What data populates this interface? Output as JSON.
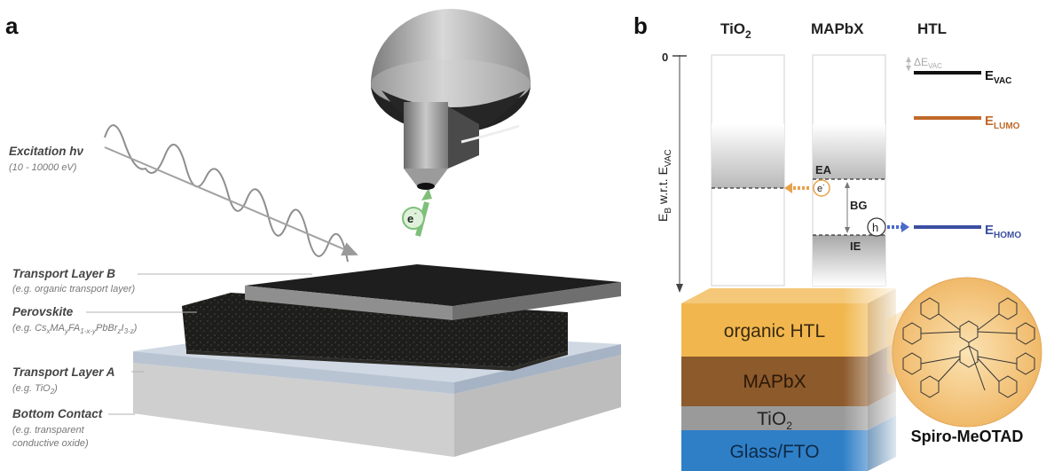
{
  "panel_a": {
    "letter": "a",
    "excitation": {
      "title": "Excitation hν",
      "range": "(10 - 10000 eV)"
    },
    "electron_label": "e",
    "electron_sup": "-",
    "layers": [
      {
        "title": "Transport Layer B",
        "example": "(e.g. organic transport layer)"
      },
      {
        "title": "Perovskite",
        "example_prefix": "(e.g. Cs",
        "example_sub1": "x",
        "example_mid1": "MA",
        "example_sub2": "y",
        "example_mid2": "FA",
        "example_sub3": "1-x-y",
        "example_mid3": "PbBr",
        "example_sub4": "z",
        "example_mid4": "I",
        "example_sub5": "3-z",
        "example_suffix": ")"
      },
      {
        "title": "Transport Layer A",
        "example_prefix": "(e.g. TiO",
        "example_sub": "2",
        "example_suffix": ")"
      },
      {
        "title": "Bottom Contact",
        "example_line1": "(e.g. transparent",
        "example_line2": "conductive oxide)"
      }
    ]
  },
  "panel_b": {
    "letter": "b",
    "columns": [
      {
        "main": "TiO",
        "sub": "2"
      },
      {
        "main": "MAPbX",
        "sub": ""
      },
      {
        "main": "HTL",
        "sub": ""
      }
    ],
    "zero_tick": "0",
    "y_axis": {
      "main": "E",
      "sub1": "B",
      "mid": " w.r.t. E",
      "sub2": "VAC"
    },
    "delta_evac": {
      "main": "ΔE",
      "sub": "VAC"
    },
    "levels": [
      {
        "main": "E",
        "sub": "VAC",
        "color": "#111111"
      },
      {
        "main": "E",
        "sub": "LUMO",
        "color": "#c0692a"
      },
      {
        "main": "E",
        "sub": "HOMO",
        "color": "#3b4fa0"
      }
    ],
    "ea": "EA",
    "bg": "BG",
    "ie": "IE",
    "electron": "e",
    "electron_sup": "-",
    "hole": "h",
    "stack": [
      {
        "main": "organic HTL",
        "sub": "",
        "color": "#f1b74e",
        "text_color": "#3a2a10"
      },
      {
        "main": "MAPbX",
        "sub": "",
        "color": "#8c5a2b",
        "text_color": "#2b1808"
      },
      {
        "main": "TiO",
        "sub": "2",
        "color": "#9a9a9a",
        "text_color": "#222222"
      },
      {
        "main": "Glass/FTO",
        "sub": "",
        "color": "#2f7fc7",
        "text_color": "#0e2a45"
      }
    ],
    "molecule_name": "Spiro-MeOTAD",
    "colors": {
      "orange_arrow": "#e7a24b",
      "blue_arrow": "#4a6bc8"
    }
  }
}
